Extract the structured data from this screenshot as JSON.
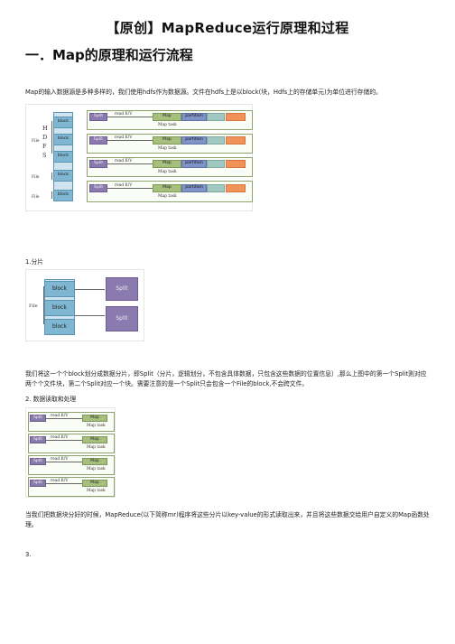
{
  "doc": {
    "title": "【原创】MapReduce运行原理和过程",
    "heading1": "一．Map的原理和运行流程",
    "para1": "Map的输入数据源是多种多样的，我们使用hdfs作为数据源。文件在hdfs上是以block(块，Hdfs上的存储单元)为单位进行存储的。",
    "section1": "1.分片",
    "para2": "我们将这一个个block划分成数据分片，即Split（分片，逻辑划分，不包含具体数据，只包含这些数据的位置信息）,那么上图中的第一个Split则对应两个个文件块，第二个Split对应一个块。需要注意的是一个Split只会包含一个File的block,不会跨文件。",
    "section2": " 2. 数据读取和处理",
    "para3": "当我们把数据块分好的时候，MapReduce(以下简称mr)程序将这些分片以key-value的形式读取出来，并且将这些数据交给用户自定义的Map函数处理。",
    "section3": "3."
  },
  "fig1": {
    "hdfs_letters": [
      "H",
      "D",
      "F",
      "S"
    ],
    "file_labels": [
      "File",
      "File",
      "File"
    ],
    "block_label": "block",
    "split_label": "Split",
    "read_label": "read K/V",
    "map_label": "Map",
    "partition_label": "partition",
    "task_label": "Map task"
  },
  "fig2": {
    "file_label": "File",
    "block_label": "block",
    "split_label": "Split"
  },
  "fig3": {
    "split_label": "Split",
    "read_label": "read K/V",
    "map_label": "Map",
    "task_label": "Map task"
  }
}
